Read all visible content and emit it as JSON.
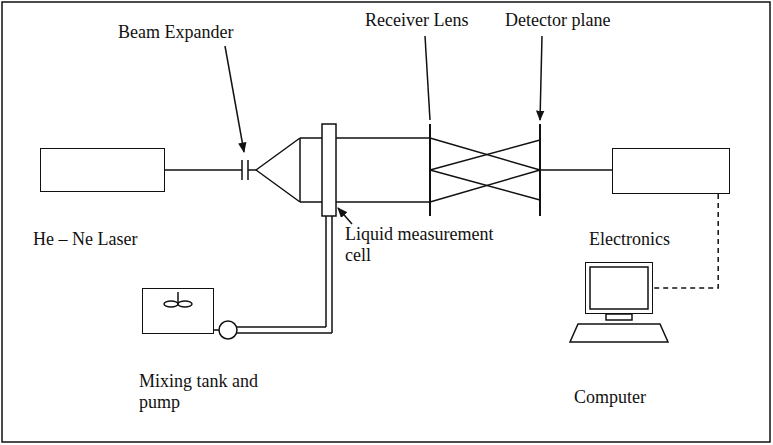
{
  "diagram": {
    "nodes": [
      {
        "text": [
          "He – Ne Laser"
        ]
      },
      {
        "text": [
          "Electronics"
        ]
      },
      {
        "text": [
          "Mixing tank and pump"
        ]
      },
      {
        "text": [
          "Computer"
        ]
      }
    ],
    "edges": [
      {
        "from": 1,
        "to": 3,
        "arrow": "none"
      }
    ],
    "labels": [
      "Beam Expander",
      "Receiver Lens",
      "Detector plane",
      "Liquid measurement cell"
    ]
  }
}
